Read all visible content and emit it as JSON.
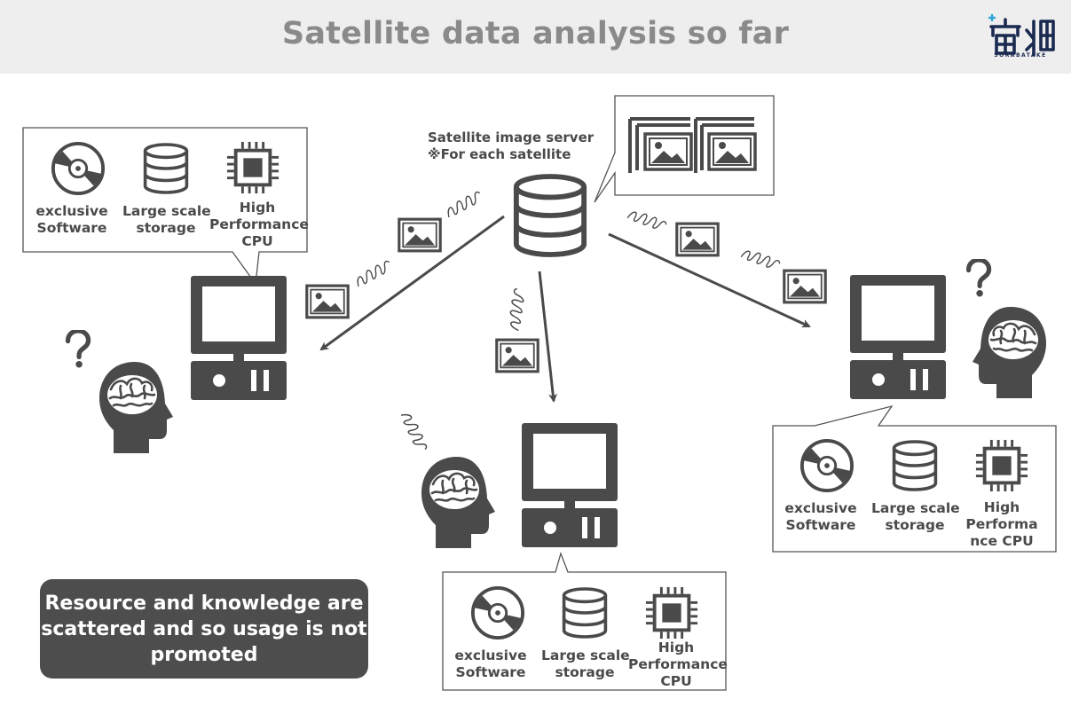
{
  "header": {
    "title": "Satellite data analysis so far",
    "logo_wordmark": "宙畑",
    "logo_subtitle": "SORABATAKE"
  },
  "server": {
    "line1": "Satellite image server",
    "line2": "※For each satellite"
  },
  "resource_boxes": [
    {
      "software": [
        "exclusive",
        "Software"
      ],
      "storage": [
        "Large scale",
        "storage"
      ],
      "cpu": [
        "High",
        "Performance",
        "CPU"
      ]
    },
    {
      "software": [
        "exclusive",
        "Software"
      ],
      "storage": [
        "Large scale",
        "storage"
      ],
      "cpu": [
        "High",
        "Performance",
        "CPU"
      ]
    },
    {
      "software": [
        "exclusive",
        "Software"
      ],
      "storage": [
        "Large scale",
        "storage"
      ],
      "cpu": [
        "High",
        "Performa",
        "nce CPU"
      ]
    }
  ],
  "summary": {
    "line1": "Resource and knowledge are",
    "line2": "scattered and so usage is not",
    "line3": "promoted"
  },
  "colors": {
    "icon": "#4a4a4a",
    "header_bg": "#eeeeee",
    "title": "#8a8a8a",
    "summary_bg": "#4d4d4d",
    "logo": "#1a2a50",
    "logo_accent": "#2aa8d8"
  }
}
